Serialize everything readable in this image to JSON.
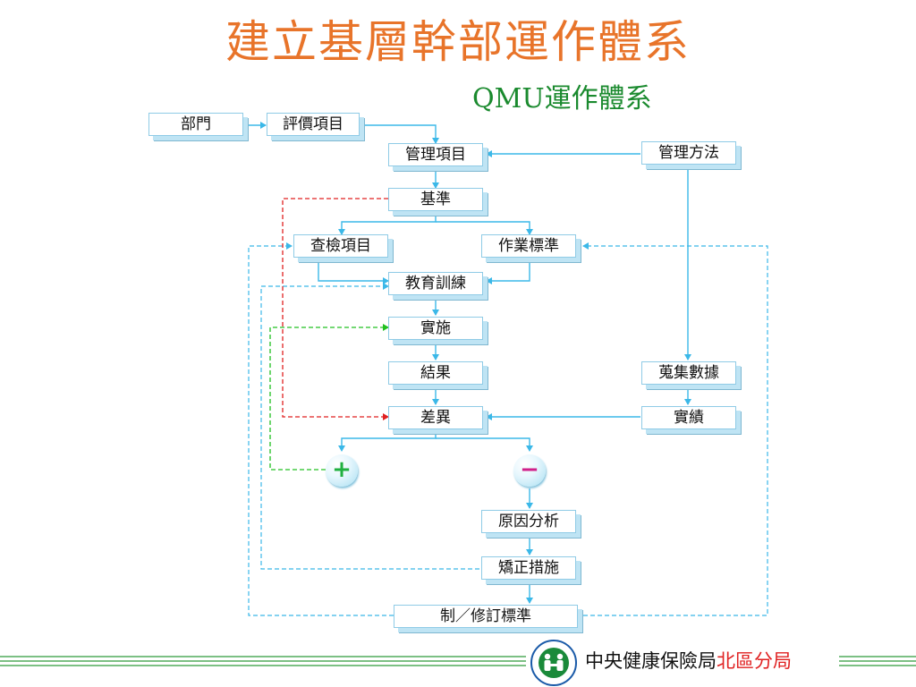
{
  "title": "建立基層幹部運作體系",
  "subtitle": "QMU運作體系",
  "nodes": {
    "dept": "部門",
    "eval_items": "評價項目",
    "mgmt_items": "管理項目",
    "mgmt_method": "管理方法",
    "standard": "基準",
    "inspection_items": "查檢項目",
    "work_standard": "作業標準",
    "training": "教育訓練",
    "implementation": "實施",
    "result": "結果",
    "data_collection": "蒐集數據",
    "difference": "差異",
    "performance": "實績",
    "root_cause": "原因分析",
    "correction": "矯正措施",
    "revise_standard": "制／修訂標準"
  },
  "signs": {
    "plus": "+",
    "minus": "−"
  },
  "footer": {
    "org": "中央健康保險局",
    "branch": "北區分局"
  },
  "colors": {
    "title": "#e8742a",
    "subtitle": "#1a8a2e",
    "flow_line": "#3bb8e8",
    "red_dashed": "#e02020",
    "green_dashed": "#20c020",
    "footer_lines": "#2e9a3a"
  }
}
